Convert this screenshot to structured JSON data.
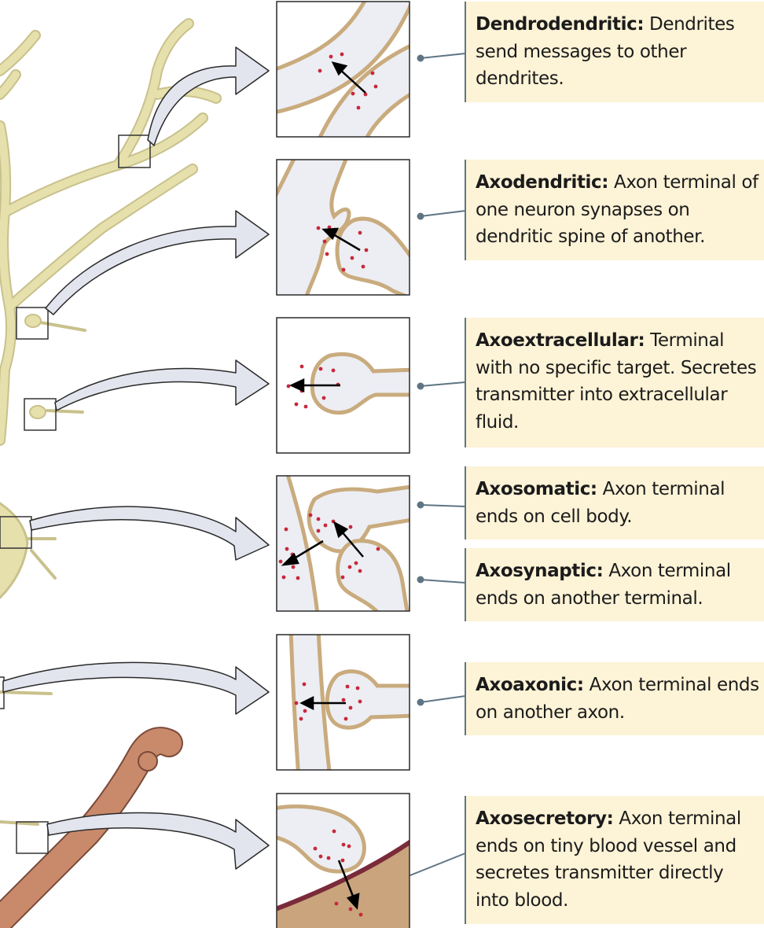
{
  "colors": {
    "neuron_fill": "#e6e0ac",
    "neuron_stroke": "#c9c18c",
    "membrane": "#c9ab7e",
    "cytoplasm": "#eceef3",
    "vesicle": "#c8283c",
    "callout_bg": "#fdf3d7",
    "callout_border": "#5f7584",
    "arrow_fill": "#e3e5ee",
    "arrow_stroke": "#2a2a2a",
    "blood_vessel": "#c98a6b",
    "blood_vessel_wall": "#7a2b3a"
  },
  "synapse_types": [
    {
      "term": "Dendrodendritic:",
      "description": "Dendrites send messages to other dendrites."
    },
    {
      "term": "Axodendritic:",
      "description": "Axon terminal of one neuron synapses on dendritic spine of another."
    },
    {
      "term": "Axoextracellular:",
      "description": "Terminal with no specific target. Secretes transmitter into extracellular fluid."
    },
    {
      "term": "Axosomatic:",
      "description": "Axon terminal ends on cell body."
    },
    {
      "term": "Axosynaptic:",
      "description": "Axon terminal ends on another terminal."
    },
    {
      "term": "Axoaxonic:",
      "description": "Axon terminal ends on another axon."
    },
    {
      "term": "Axosecretory:",
      "description": "Axon terminal ends on tiny blood vessel and secretes transmitter directly into blood."
    }
  ]
}
